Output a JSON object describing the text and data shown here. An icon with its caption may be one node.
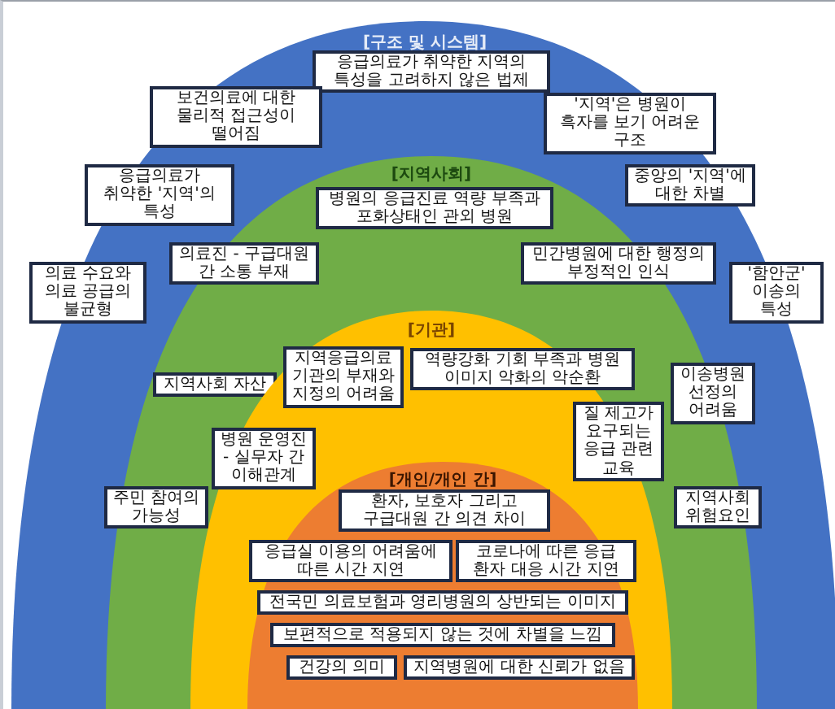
{
  "diagram": {
    "nodes": [
      {
        "text": [
          "[구조 및 시스템]"
        ]
      },
      {
        "text": [
          "응급의료가 취약한 지역의 특성을 고려하지 않은 법제"
        ],
        "in": 0
      },
      {
        "text": [
          "보건의료에 대한 물리적 접근성이 떨어짐"
        ],
        "in": 0
      },
      {
        "text": [
          "'지역'은 병원이 흑자를 보기 어려운 구조"
        ],
        "in": 0
      },
      {
        "text": [
          "응급의료가 취약한 '지역'의 특성"
        ],
        "in": 0
      },
      {
        "text": [
          "중앙의 '지역'에 대한 차별"
        ],
        "in": 0
      },
      {
        "text": [
          "의료 수요와 의료 공급의 불균형"
        ],
        "in": 0
      },
      {
        "text": [
          "'함안군' 이송의 특성"
        ],
        "in": 0
      },
      {
        "text": [
          "[지역사회]"
        ],
        "in": 0
      },
      {
        "text": [
          "병원의 응급진료 역량 부족과 포화상태인 관외 병원"
        ],
        "in": 8
      },
      {
        "text": [
          "의료진 - 구급대원 간 소통 부재"
        ],
        "in": 8
      },
      {
        "text": [
          "민간병원에 대한 행정의 부정적인 인식"
        ],
        "in": 8
      },
      {
        "text": [
          "지역사회 자산"
        ],
        "in": 8
      },
      {
        "text": [
          "이송병원 선정의 어려움"
        ],
        "in": 8
      },
      {
        "text": [
          "주민 참여의 가능성"
        ],
        "in": 8
      },
      {
        "text": [
          "지역사회 위험요인"
        ],
        "in": 8
      },
      {
        "text": [
          "[기관]"
        ],
        "in": 8
      },
      {
        "text": [
          "지역응급의료 기관의 부재와 지정의 어려움"
        ],
        "in": 16
      },
      {
        "text": [
          "역량강화 기회 부족과 병원 이미지 악화의 악순환"
        ],
        "in": 16
      },
      {
        "text": [
          "병원 운영진 - 실무자 간 이해관계"
        ],
        "in": 16
      },
      {
        "text": [
          "질 제고가 요구되는 응급 관련 교육"
        ],
        "in": 16
      },
      {
        "text": [
          "[개인/개인 간]"
        ],
        "in": 16
      },
      {
        "text": [
          "환자, 보호자 그리고 구급대원 간 의견 차이"
        ],
        "in": 21
      },
      {
        "text": [
          "응급실 이용의 어려움에 따른 시간 지연"
        ],
        "in": 21
      },
      {
        "text": [
          "코로나에 따른 응급 환자 대응 시간 지연"
        ],
        "in": 21
      },
      {
        "text": [
          "전국민 의료보험과 영리병원의 상반되는 이미지"
        ],
        "in": 21
      },
      {
        "text": [
          "보편적으로 적용되지 않는 것에 차별을 느낌"
        ],
        "in": 21
      },
      {
        "text": [
          "건강의 의미"
        ],
        "in": 21
      },
      {
        "text": [
          "지역병원에 대한 신뢰가 없음"
        ],
        "in": 21
      }
    ]
  }
}
